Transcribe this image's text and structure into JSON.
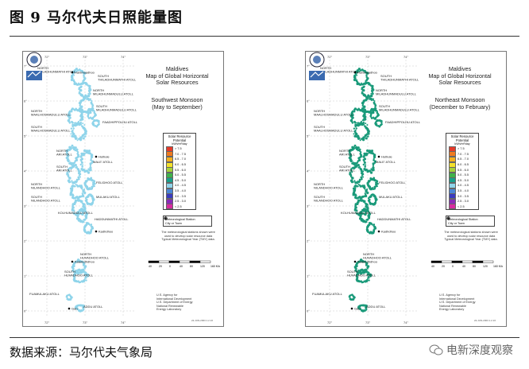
{
  "figure_title": "图 9  马尔代夫日照能量图",
  "source_text": "数据来源：马尔代夫气象局",
  "watermark_text": "电新深度观察",
  "maps": [
    {
      "title": "Maldives\nMap of Global Horizontal\nSolar Resources",
      "title_lines": [
        "Maldives",
        "Map of Global Horizontal",
        "Solar Resources"
      ],
      "season_lines": [
        "Southwest Monsoon",
        "(May to September)"
      ],
      "dot_color": "#8fd4ea"
    },
    {
      "title_lines": [
        "Maldives",
        "Map of Global Horizontal",
        "Solar Resources"
      ],
      "season_lines": [
        "Northeast Monsoon",
        "(December to February)"
      ],
      "dot_color": "#1a9a7a"
    }
  ],
  "legend": {
    "title": "Solar Resource Potential",
    "unit": "kWh/m²/day",
    "items": [
      {
        "label": "> 7.5",
        "color": "#e63a2a"
      },
      {
        "label": "7.0 - 7.5",
        "color": "#f07a1e"
      },
      {
        "label": "6.5 - 7.0",
        "color": "#f5b01e"
      },
      {
        "label": "6.0 - 6.5",
        "color": "#f4e12a"
      },
      {
        "label": "5.5 - 6.0",
        "color": "#a8d23a"
      },
      {
        "label": "5.0 - 5.5",
        "color": "#3fb24a"
      },
      {
        "label": "4.5 - 5.0",
        "color": "#18a08a"
      },
      {
        "label": "4.0 - 4.5",
        "color": "#8fd4ea"
      },
      {
        "label": "3.5 - 4.0",
        "color": "#4a86d6"
      },
      {
        "label": "3.0 - 3.5",
        "color": "#3a3ac0"
      },
      {
        "label": "2.5 - 3.0",
        "color": "#8a2ab8"
      },
      {
        "label": "< 2.5",
        "color": "#d82aa0"
      }
    ]
  },
  "station_legend": {
    "items": [
      "Meteorological Station",
      "City or Town"
    ]
  },
  "note_lines": [
    "The meteorological stations shown were",
    "used to develop solar resource data",
    "Typical Meteorological Year (TMY) data."
  ],
  "scale_labels": [
    "40",
    "20",
    "0",
    "40",
    "80",
    "120",
    "160 Kilometers"
  ],
  "credits_lines": [
    "U.S. Agency for",
    "International Development",
    "",
    "U.S. Department of Energy",
    "National Renewable",
    "Energy Laboratory"
  ],
  "date_stamp": "22-JUN-2003 1.2.16",
  "lon_labels": [
    "72°",
    "73°",
    "74°"
  ],
  "lat_labels": [
    "7°",
    "6°",
    "5°",
    "4°",
    "3°",
    "2°",
    "1°",
    "0°"
  ],
  "atolls": [
    {
      "name": "NORTH THILADHUNMATHI ATOLL"
    },
    {
      "name": "SOUTH THILADHUNMATHI ATOLL"
    },
    {
      "name": "NORTH MILADHUNMADULU ATOLL"
    },
    {
      "name": "SOUTH MILADHUNMADULU ATOLL"
    },
    {
      "name": "NORTH MAALHOSMADULU ATOLL"
    },
    {
      "name": "FAADHIPPOLHU ATOLL"
    },
    {
      "name": "SOUTH MAALHOSMADULU ATOLL"
    },
    {
      "name": "NORTH ARI ATOLL"
    },
    {
      "name": "MALE' ATOLL"
    },
    {
      "name": "SOUTH ARI ATOLL"
    },
    {
      "name": "NORTH NILANDHOO ATOLL"
    },
    {
      "name": "FELIDHOO ATOLL"
    },
    {
      "name": "SOUTH NILANDHOO ATOLL"
    },
    {
      "name": "MULAKU ATOLL"
    },
    {
      "name": "KOLHUMADULU ATOLL"
    },
    {
      "name": "HADDUNMATHI ATOLL"
    },
    {
      "name": "NORTH HUVADHOO ATOLL"
    },
    {
      "name": "SOUTH HUVADHOO ATOLL"
    },
    {
      "name": "FUAMULAKU ATOLL"
    },
    {
      "name": "ADDU ATOLL"
    }
  ],
  "towns": [
    "Hanimaadhoo",
    "Hulhule",
    "Kadhdhoo",
    "Kaadedhdhoo",
    "Gan"
  ]
}
